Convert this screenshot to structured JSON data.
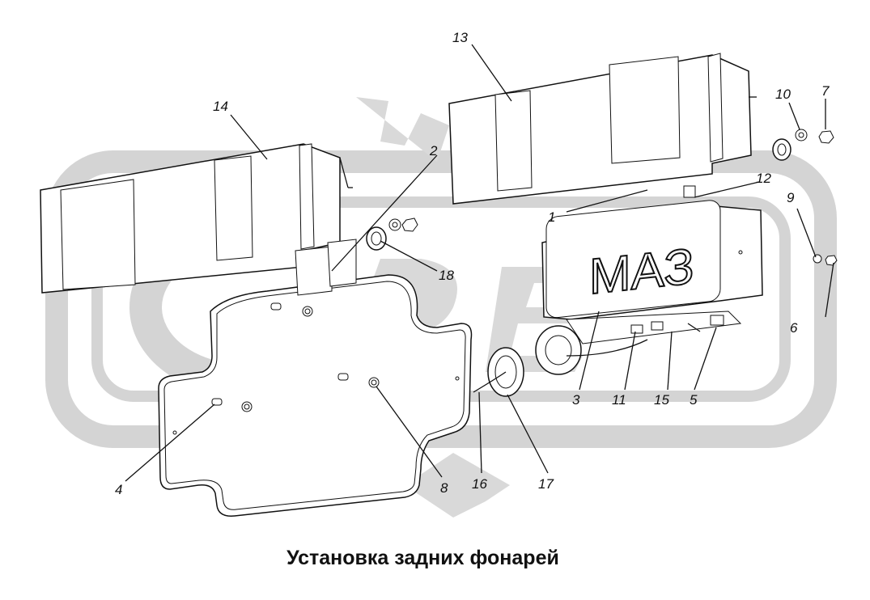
{
  "caption": "Установка задних фонарей",
  "plate_text": "МАЗ",
  "watermark_color": "#d4d4d4",
  "callouts": [
    {
      "id": "c1",
      "text": "1"
    },
    {
      "id": "c2",
      "text": "2"
    },
    {
      "id": "c3",
      "text": "3"
    },
    {
      "id": "c4",
      "text": "4"
    },
    {
      "id": "c5",
      "text": "5"
    },
    {
      "id": "c6",
      "text": "6"
    },
    {
      "id": "c7",
      "text": "7"
    },
    {
      "id": "c8",
      "text": "8"
    },
    {
      "id": "c9",
      "text": "9"
    },
    {
      "id": "c10",
      "text": "10"
    },
    {
      "id": "c11",
      "text": "11"
    },
    {
      "id": "c12",
      "text": "12"
    },
    {
      "id": "c13",
      "text": "13"
    },
    {
      "id": "c14",
      "text": "14"
    },
    {
      "id": "c15",
      "text": "15"
    },
    {
      "id": "c16",
      "text": "16"
    },
    {
      "id": "c17",
      "text": "17"
    },
    {
      "id": "c18",
      "text": "18"
    }
  ]
}
